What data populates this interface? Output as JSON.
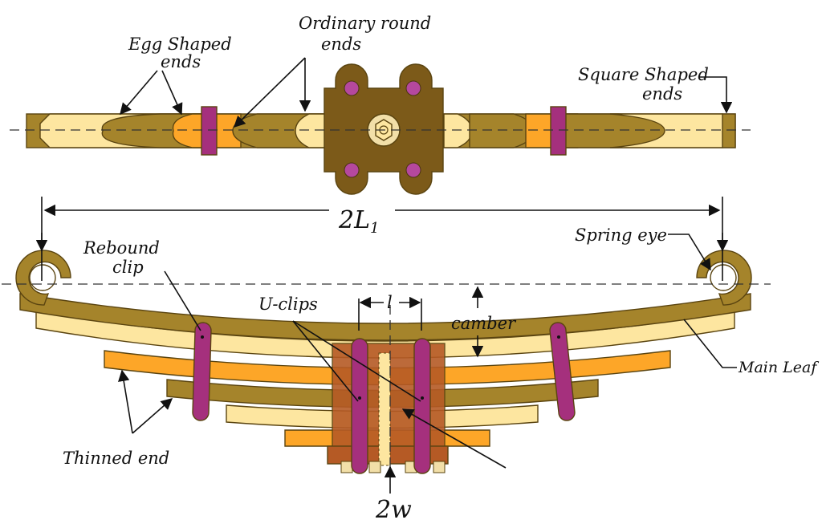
{
  "colors": {
    "leaf_dark": "#a5842b",
    "leaf_light": "#fde6a0",
    "leaf_orange": "#fda628",
    "clip": "#a5307d",
    "clamp": "#7c5a19",
    "pad": "#b55a25",
    "bolt_hole": "#b5489e",
    "nut": "#f2dfa8",
    "outline": "#5a4410"
  },
  "labels": {
    "egg_shaped_ends": [
      "Egg Shaped",
      "ends"
    ],
    "ordinary_round_ends": [
      "Ordinary round",
      "ends"
    ],
    "square_shaped_ends": [
      "Square Shaped",
      "ends"
    ],
    "span": "2L",
    "span_subscript": "1",
    "rebound_clip": [
      "Rebound",
      "clip"
    ],
    "spring_eye": "Spring eye",
    "u_clips": "U-clips",
    "clip_spacing": "l",
    "camber": "camber",
    "main_leaf": "Main Leaf",
    "thinned_end": "Thinned end",
    "width": "2w"
  }
}
